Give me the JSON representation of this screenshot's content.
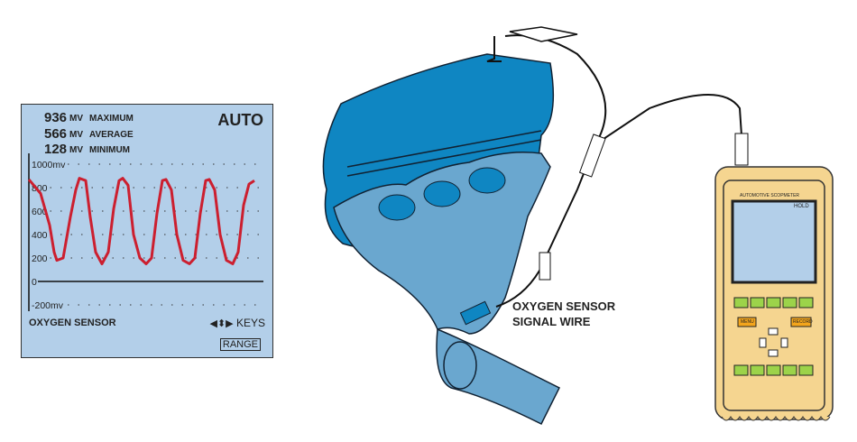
{
  "panel": {
    "stats": [
      {
        "value": "936",
        "unit": "MV",
        "label": "MAXIMUM"
      },
      {
        "value": "566",
        "unit": "MV",
        "label": "AVERAGE"
      },
      {
        "value": "128",
        "unit": "MV",
        "label": "MINIMUM"
      }
    ],
    "mode": "AUTO",
    "channel_label": "OXYGEN SENSOR",
    "keys_label": "KEYS",
    "range_button": "RANGE"
  },
  "chart_data": {
    "type": "line",
    "title": "",
    "ylabel": "mV",
    "ytick_labels": [
      "1000mv",
      "800",
      "600",
      "400",
      "200",
      "0",
      "-200mv"
    ],
    "yticks": [
      1000,
      800,
      600,
      400,
      200,
      0,
      -200
    ],
    "ylim": [
      -200,
      1000
    ],
    "xlim": [
      0,
      100
    ],
    "grid": true,
    "series": [
      {
        "name": "Oxygen sensor signal",
        "color": "#cc1f2f",
        "x": [
          0,
          5.2,
          9.2,
          11.2,
          12.4,
          15.2,
          18.4,
          20.8,
          22.4,
          25.2,
          27.2,
          29.6,
          32.4,
          35.2,
          37.6,
          40,
          41.6,
          44,
          46.4,
          49.2,
          52,
          54.4,
          56.8,
          59.2,
          60.8,
          63.2,
          65.6,
          68.4,
          71.2,
          73.6,
          76,
          78.4,
          80,
          82.4,
          84.8,
          87.6,
          90.4,
          92.8,
          95.2,
          97.6,
          100
        ],
        "y": [
          870,
          750,
          480,
          250,
          180,
          200,
          550,
          780,
          880,
          860,
          550,
          250,
          150,
          250,
          620,
          860,
          880,
          820,
          400,
          200,
          150,
          200,
          580,
          860,
          870,
          780,
          400,
          180,
          150,
          200,
          580,
          860,
          870,
          780,
          400,
          180,
          150,
          250,
          650,
          830,
          860
        ]
      }
    ]
  },
  "callout": {
    "line1": "OXYGEN SENSOR",
    "line2": "SIGNAL WIRE"
  },
  "scope": {
    "brand": "AUTOMOTIVE SCOPMETER",
    "status": "HOLD",
    "menu_button": "MENU",
    "record_button": "RECORD"
  },
  "colors": {
    "screen": "#b3cfe9",
    "manifold": "#0f86c2",
    "pipe": "#6aa7cf",
    "scope_body": "#f5d590",
    "trace": "#cc1f2f",
    "soft_key": "#9cd34a",
    "menu_key": "#f3a51c"
  }
}
